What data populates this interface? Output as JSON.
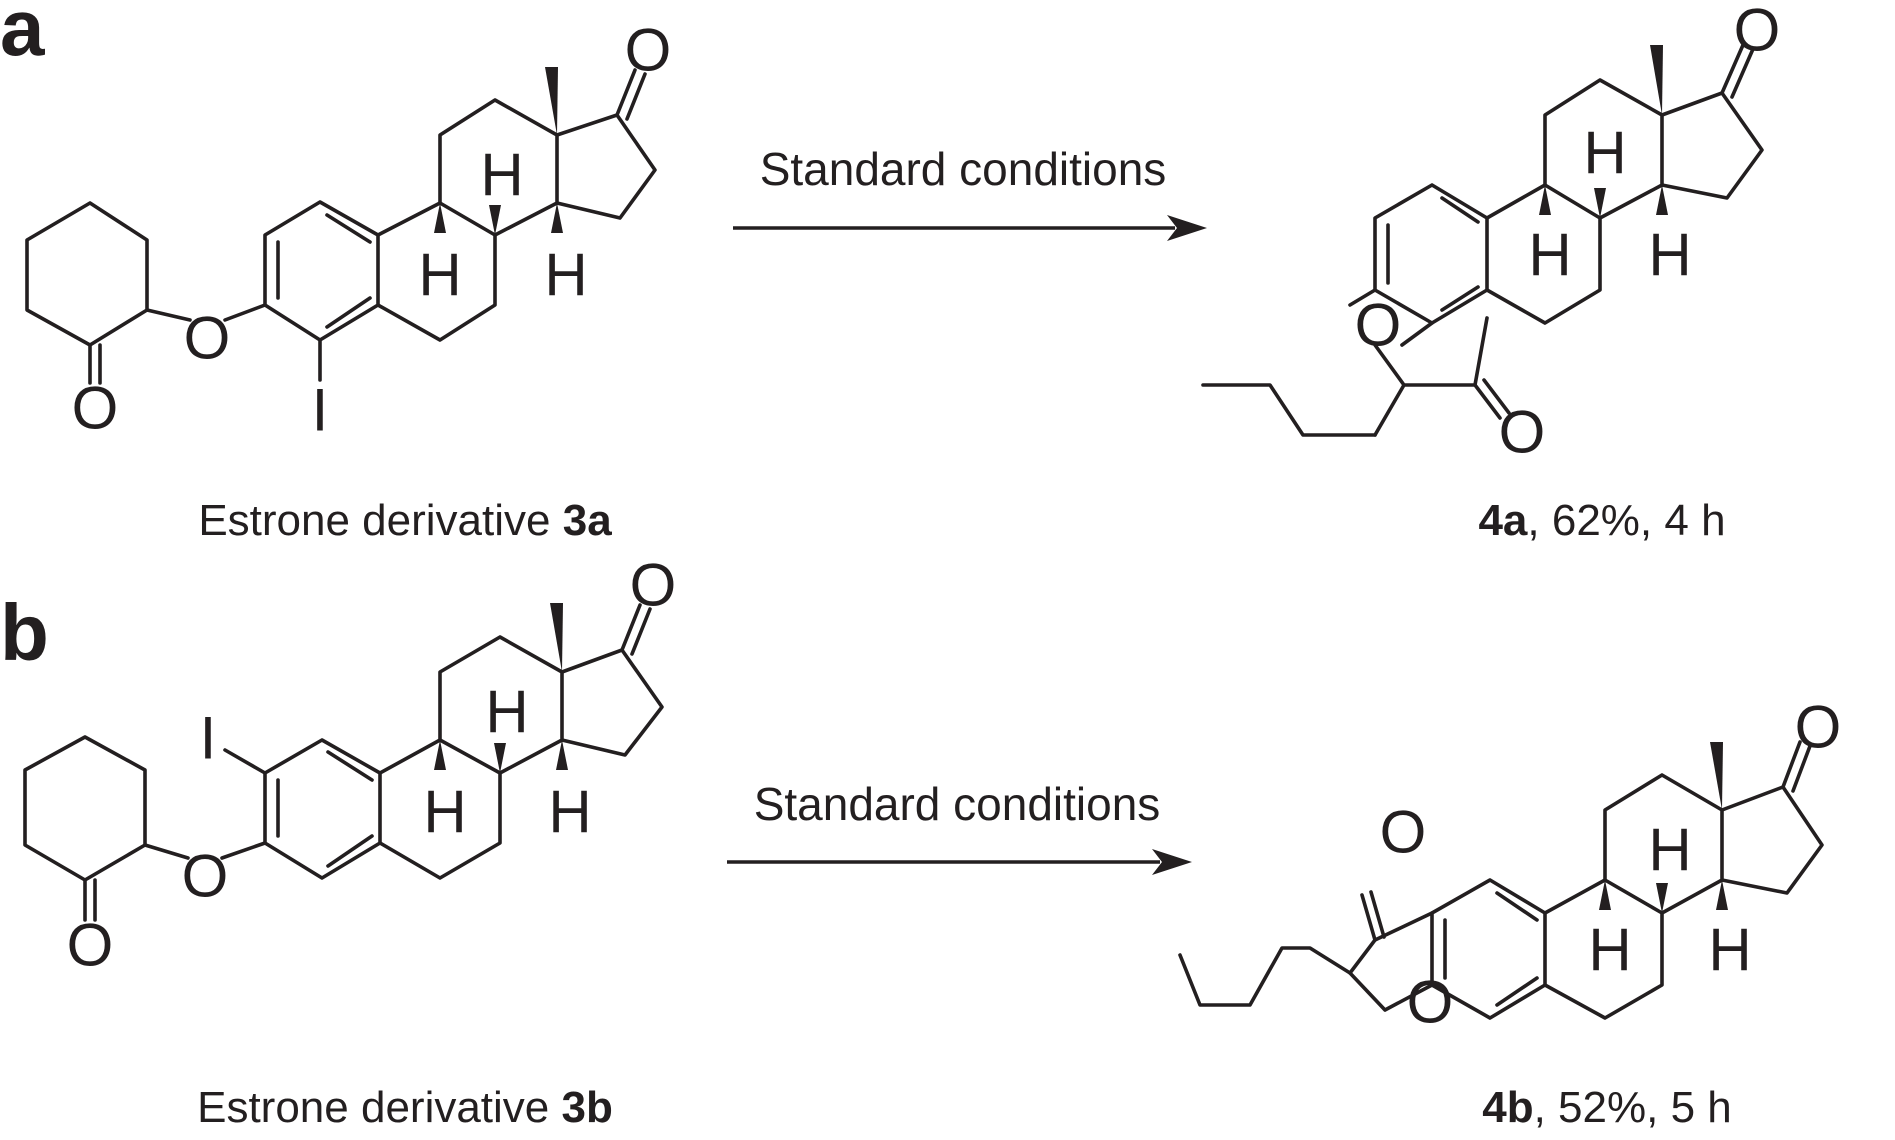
{
  "panels": [
    {
      "label": "a",
      "conditions": "Standard conditions",
      "reactant": {
        "caption_text": "Estrone derivative ",
        "caption_bold": "3a"
      },
      "product": {
        "caption_bold": "4a",
        "caption_text": ", 62%, 4 h"
      }
    },
    {
      "label": "b",
      "conditions": "Standard conditions",
      "reactant": {
        "caption_text": "Estrone derivative ",
        "caption_bold": "3b"
      },
      "product": {
        "caption_bold": "4b",
        "caption_text": ", 52%, 5 h"
      }
    }
  ],
  "atoms": {
    "oxygen": "O",
    "hydrogen": "H",
    "iodine": "I"
  }
}
